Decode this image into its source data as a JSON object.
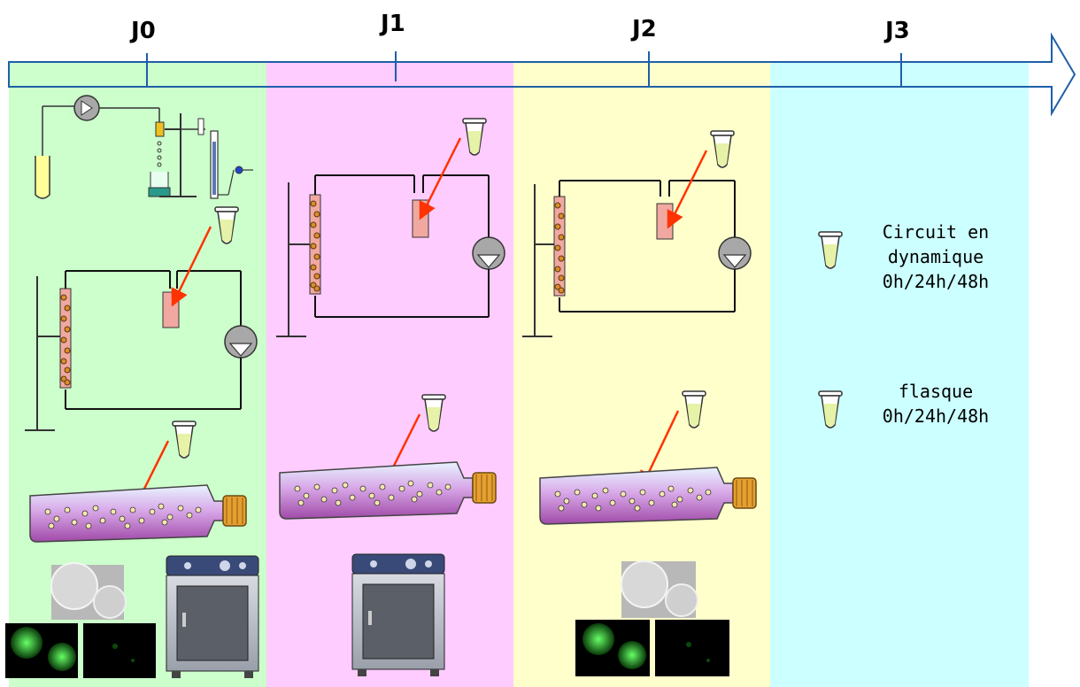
{
  "timeline": {
    "days": [
      {
        "label": "J0",
        "color": "#ccffcc"
      },
      {
        "label": "J1",
        "color": "#ffccff"
      },
      {
        "label": "J2",
        "color": "#ffffcc"
      },
      {
        "label": "J3",
        "color": "#ccffff"
      }
    ],
    "arrow_color": "#1f5fa8"
  },
  "legend": {
    "circuit": {
      "line1": "Circuit en",
      "line2": "dynamique",
      "line3": "0h/24h/48h"
    },
    "flask": {
      "line1": "flasque",
      "line2": "0h/24h/48h"
    }
  },
  "icons": [
    "timeline-arrow-icon",
    "tube-icon",
    "pump-icon",
    "bioreactor-column-icon",
    "culture-flask-icon",
    "incubator-icon",
    "microscopy-image-icon",
    "fluorescence-image-icon"
  ]
}
